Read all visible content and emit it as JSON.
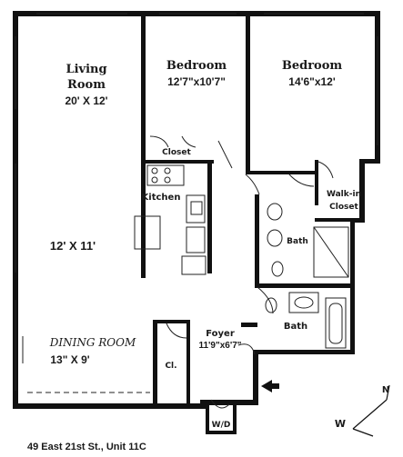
{
  "rooms": {
    "living": {
      "name_line1": "Living",
      "name_line2": "Room",
      "size": "20' X 12'"
    },
    "bedroom1": {
      "name": "Bedroom",
      "size": "12'7\"x10'7\""
    },
    "bedroom2": {
      "name": "Bedroom",
      "size": "14'6\"x12'"
    },
    "closet": {
      "name": "Closet"
    },
    "kitchen": {
      "name": "Kitchen"
    },
    "middle": {
      "size": "12' X 11'"
    },
    "walkin": {
      "name_line1": "Walk-in",
      "name_line2": "Closet"
    },
    "bath1": {
      "name": "Bath"
    },
    "bath2": {
      "name": "Bath"
    },
    "foyer": {
      "name": "Foyer",
      "size": "11'9\"x6'7\""
    },
    "dining": {
      "name": "DINING ROOM",
      "size": "13\" X 9'"
    },
    "cl": {
      "name": "Cl."
    },
    "wd": {
      "name": "W/D"
    }
  },
  "address": "49 East 21st St., Unit 11C",
  "compass": {
    "north": "N",
    "west": "W"
  }
}
